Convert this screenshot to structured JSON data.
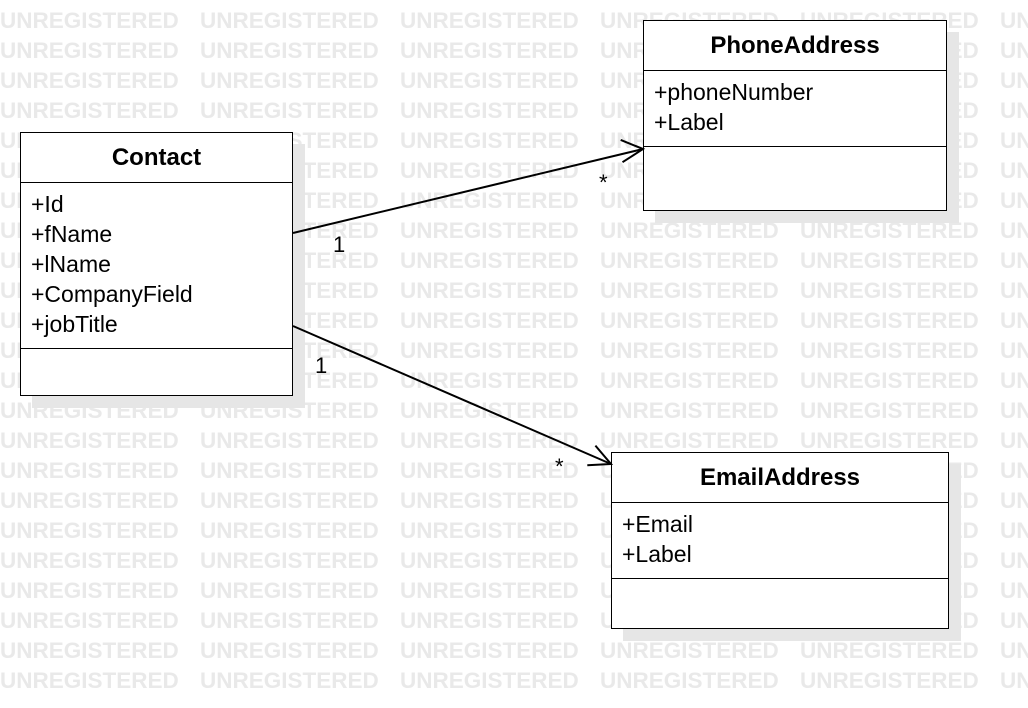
{
  "watermark": {
    "word": "UNREGISTERED"
  },
  "classes": {
    "contact": {
      "name": "Contact",
      "attributes": [
        "+Id",
        "+fName",
        "+lName",
        "+CompanyField",
        "+jobTitle"
      ]
    },
    "phone_address": {
      "name": "PhoneAddress",
      "attributes": [
        "+phoneNumber",
        "+Label"
      ]
    },
    "email_address": {
      "name": "EmailAddress",
      "attributes": [
        "+Email",
        "+Label"
      ]
    }
  },
  "associations": {
    "contact_phone": {
      "source_multiplicity": "1",
      "target_multiplicity": "*"
    },
    "contact_email": {
      "source_multiplicity": "1",
      "target_multiplicity": "*"
    }
  },
  "colors": {
    "line": "#000000",
    "watermark": "#e9e9e9",
    "shadow": "#e6e6e6"
  }
}
